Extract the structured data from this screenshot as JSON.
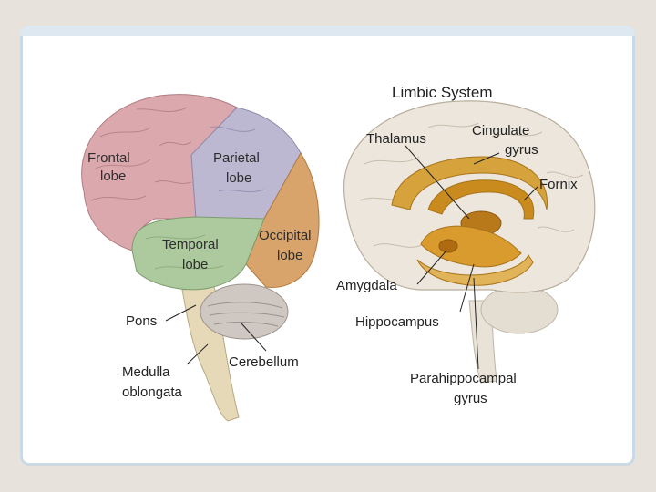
{
  "left_diagram": {
    "lobes": {
      "frontal": [
        "Frontal",
        "lobe"
      ],
      "parietal": [
        "Parietal",
        "lobe"
      ],
      "temporal": [
        "Temporal",
        "lobe"
      ],
      "occipital": [
        "Occipital",
        "lobe"
      ]
    },
    "labels": {
      "pons": "Pons",
      "medulla": [
        "Medulla",
        "oblongata"
      ],
      "cerebellum": "Cerebellum"
    },
    "colors": {
      "frontal": "#d9a3a8",
      "parietal": "#b9b5cf",
      "temporal": "#a9c99a",
      "occipital": "#d9a16a"
    }
  },
  "right_diagram": {
    "title": "Limbic System",
    "labels": {
      "thalamus": "Thalamus",
      "cingulate": [
        "Cingulate",
        "gyrus"
      ],
      "fornix": "Fornix",
      "amygdala": "Amygdala",
      "hippocampus": "Hippocampus",
      "parahippocampal": [
        "Parahippocampal",
        "gyrus"
      ]
    },
    "colors": {
      "brain": "#ece6dc",
      "limbic": "#c98a1e"
    }
  }
}
